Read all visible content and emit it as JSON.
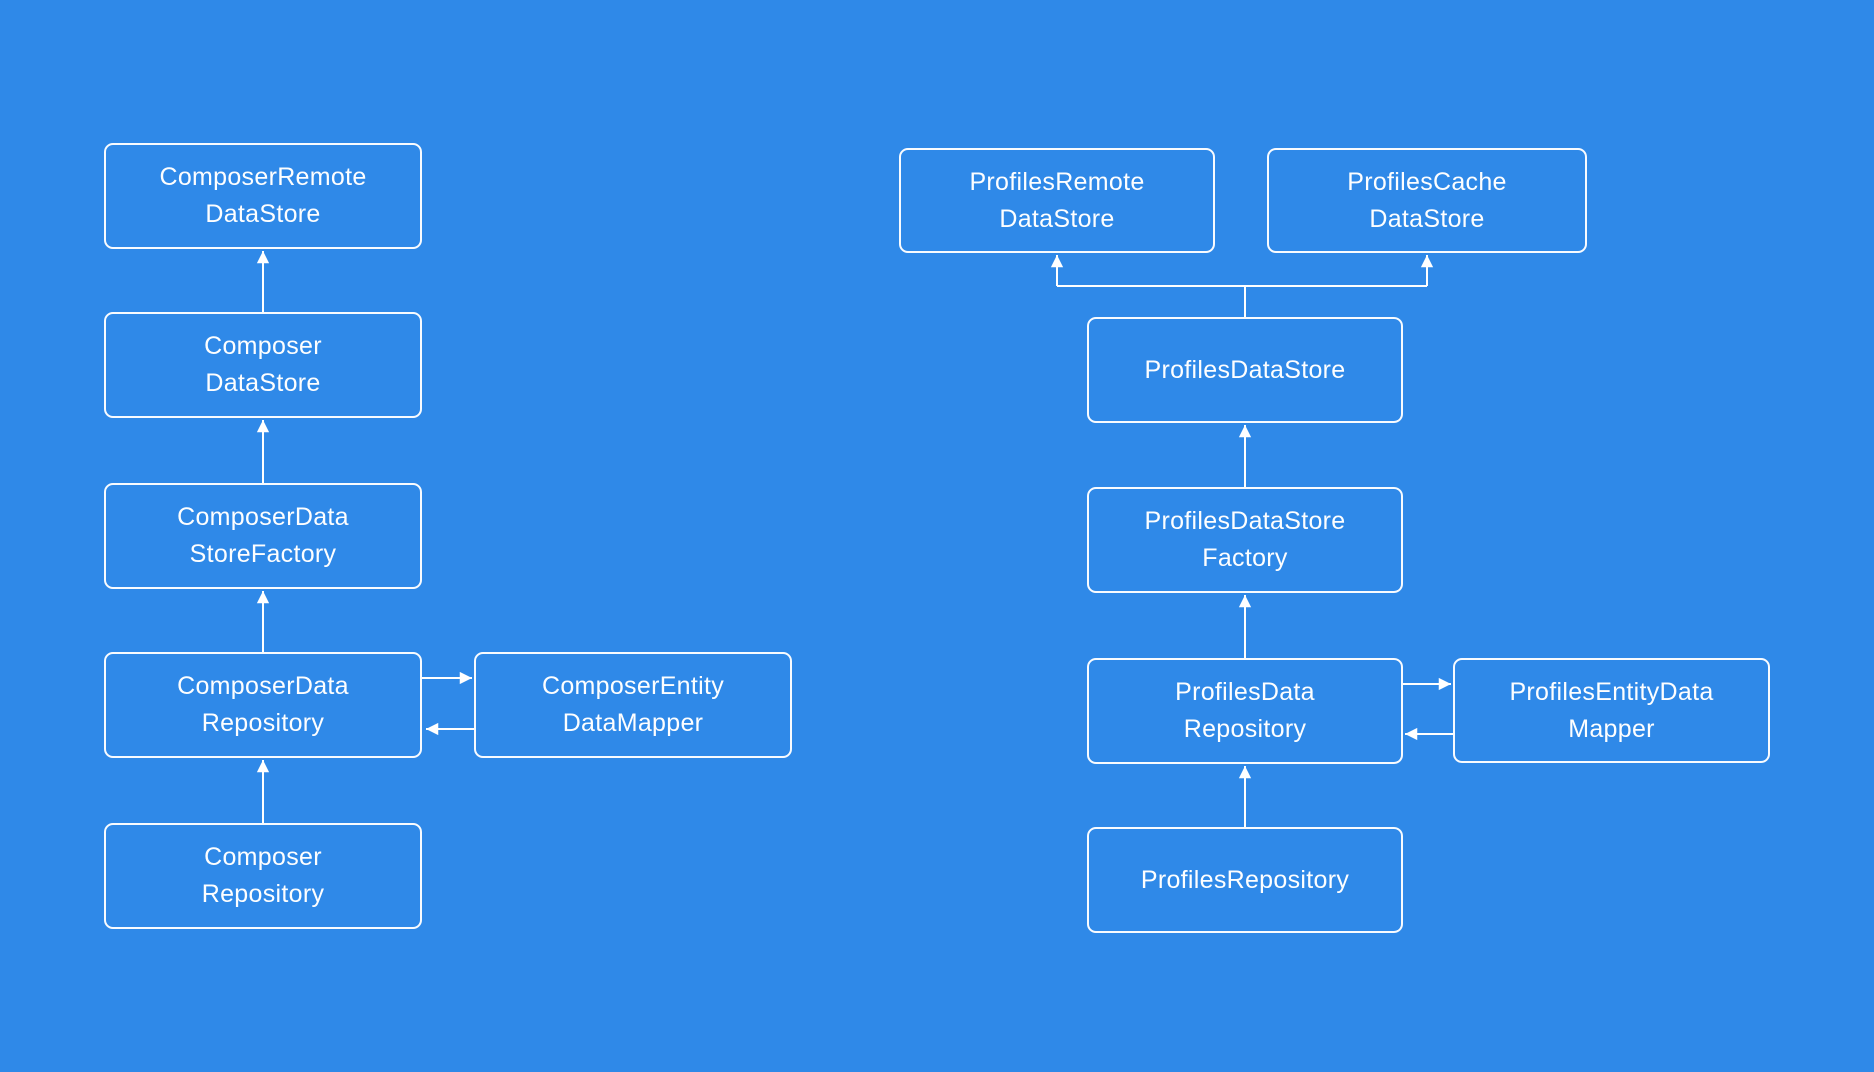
{
  "diagram": {
    "colors": {
      "background": "#2F89E8",
      "box_border": "#FFFFFF",
      "text": "#FFFFFF",
      "arrow": "#FFFFFF"
    },
    "nodes": {
      "composer_remote_data_store": {
        "label": "ComposerRemote\nDataStore"
      },
      "composer_data_store": {
        "label": "Composer\nDataStore"
      },
      "composer_data_store_factory": {
        "label": "ComposerData\nStoreFactory"
      },
      "composer_data_repository": {
        "label": "ComposerData\nRepository"
      },
      "composer_entity_data_mapper": {
        "label": "ComposerEntity\nDataMapper"
      },
      "composer_repository": {
        "label": "Composer\nRepository"
      },
      "profiles_remote_data_store": {
        "label": "ProfilesRemote\nDataStore"
      },
      "profiles_cache_data_store": {
        "label": "ProfilesCache\nDataStore"
      },
      "profiles_data_store": {
        "label": "ProfilesDataStore"
      },
      "profiles_data_store_factory": {
        "label": "ProfilesDataStore\nFactory"
      },
      "profiles_data_repository": {
        "label": "ProfilesData\nRepository"
      },
      "profiles_entity_data_mapper": {
        "label": "ProfilesEntityData\nMapper"
      },
      "profiles_repository": {
        "label": "ProfilesRepository"
      }
    },
    "edges": [
      {
        "from": "ComposerDataStore",
        "to": "ComposerRemoteDataStore"
      },
      {
        "from": "ComposerDataStoreFactory",
        "to": "ComposerDataStore"
      },
      {
        "from": "ComposerDataRepository",
        "to": "ComposerDataStoreFactory"
      },
      {
        "from": "ComposerRepository",
        "to": "ComposerDataRepository"
      },
      {
        "from": "ComposerDataRepository",
        "to": "ComposerEntityDataMapper"
      },
      {
        "from": "ComposerEntityDataMapper",
        "to": "ComposerDataRepository"
      },
      {
        "from": "ProfilesDataStore",
        "to": "ProfilesRemoteDataStore"
      },
      {
        "from": "ProfilesDataStore",
        "to": "ProfilesCacheDataStore"
      },
      {
        "from": "ProfilesDataStoreFactory",
        "to": "ProfilesDataStore"
      },
      {
        "from": "ProfilesDataRepository",
        "to": "ProfilesDataStoreFactory"
      },
      {
        "from": "ProfilesRepository",
        "to": "ProfilesDataRepository"
      },
      {
        "from": "ProfilesDataRepository",
        "to": "ProfilesEntityDataMapper"
      },
      {
        "from": "ProfilesEntityDataMapper",
        "to": "ProfilesDataRepository"
      }
    ]
  }
}
